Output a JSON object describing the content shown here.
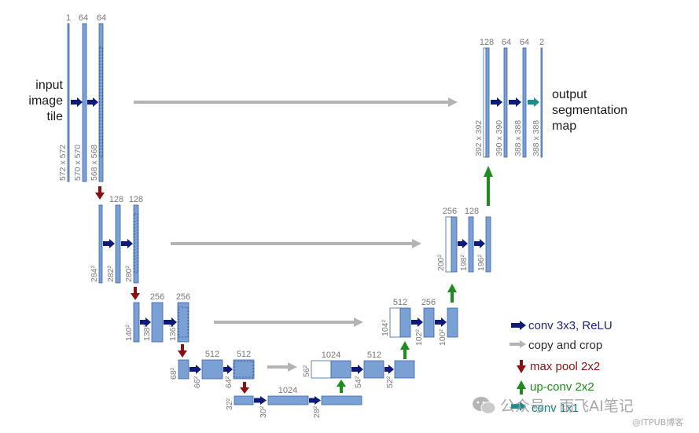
{
  "diagram": {
    "input_label": [
      "input",
      "image",
      "tile"
    ],
    "output_label": [
      "output",
      "segmentation",
      "map"
    ],
    "channels": {
      "l1": [
        "1",
        "64",
        "64"
      ],
      "l2": [
        "128",
        "128"
      ],
      "l3": [
        "256",
        "256"
      ],
      "l4": [
        "512",
        "512"
      ],
      "l5": [
        "1024"
      ],
      "r4": [
        "1024",
        "512"
      ],
      "r3": [
        "512",
        "256"
      ],
      "r2": [
        "256",
        "128"
      ],
      "r1": [
        "128",
        "64",
        "64",
        "2"
      ]
    },
    "sizes": {
      "l1": [
        "572 x 572",
        "570 x 570",
        "568 x 568"
      ],
      "l2": [
        "284²",
        "282²",
        "280²"
      ],
      "l3": [
        "140²",
        "138²",
        "136²"
      ],
      "l4": [
        "68²",
        "66²",
        "64²"
      ],
      "l5": [
        "32²",
        "30²",
        "28²"
      ],
      "r4": [
        "56²",
        "54²",
        "52²"
      ],
      "r3": [
        "104²",
        "102²",
        "100²"
      ],
      "r2": [
        "200²",
        "198²",
        "196²"
      ],
      "r1": [
        "392 x 392",
        "390 x 390",
        "388 x 388",
        "388 x 388"
      ]
    }
  },
  "legend": [
    {
      "label": "conv 3x3, ReLU",
      "arrow": "conv-arrow-icon",
      "color": "#1a237e"
    },
    {
      "label": "copy and crop",
      "arrow": "copy-arrow-icon",
      "color": "#2b2b2b"
    },
    {
      "label": "max pool 2x2",
      "arrow": "maxpool-arrow-icon",
      "color": "#8b1010"
    },
    {
      "label": "up-conv 2x2",
      "arrow": "upconv-arrow-icon",
      "color": "#1b8a1b"
    },
    {
      "label": "conv 1x1",
      "arrow": "conv1x1-arrow-icon",
      "color": "#0e7f7f"
    }
  ],
  "watermark": {
    "main": "公众号 · 雨飞AI笔记",
    "sub": "@ITPUB博客"
  },
  "colors": {
    "block_fill": "#7aa0d4",
    "block_stroke": "#3d63a6",
    "conv_arrow": "#0d1a7a",
    "copy_arrow": "#b4b4b4",
    "pool_arrow": "#8b1010",
    "upconv_arrow": "#1e8c1e",
    "conv1x1_arrow": "#1a8c8c"
  }
}
